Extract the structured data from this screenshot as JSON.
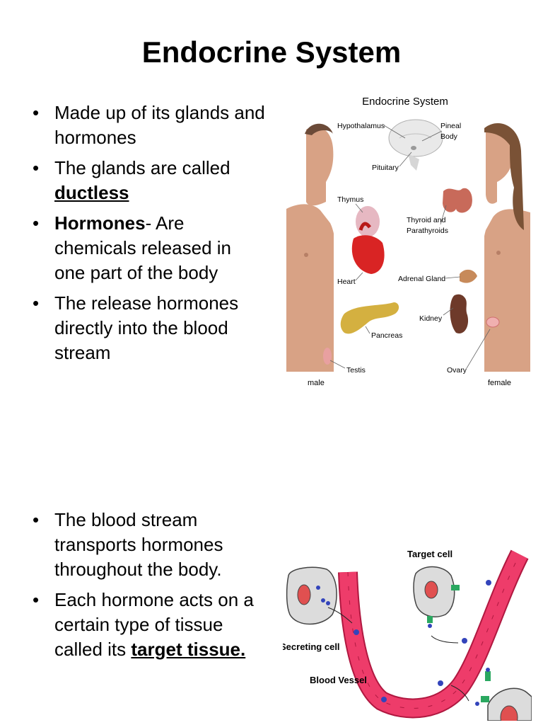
{
  "slide": {
    "title": "Endocrine System",
    "bullet_char": "•",
    "section1": {
      "b1": "Made up of its glands and hormones",
      "b2_text": "The glands are called ",
      "b2_term": "ductless",
      "b3_term": "Hormones",
      "b3_text": "- Are chemicals released in one part of the body",
      "b4": "The release hormones directly into the blood stream"
    },
    "section2": {
      "b1": "The blood stream transports hormones throughout the body.",
      "b2_text": "Each hormone acts on a certain type of tissue called its ",
      "b2_term": "target tissue."
    }
  },
  "figure1": {
    "title": "Endocrine System",
    "labels": {
      "hypothalamus": "Hypothalamus",
      "pineal_1": "Pineal",
      "pineal_2": "Body",
      "pituitary": "Pituitary",
      "thymus": "Thymus",
      "thyroid_1": "Thyroid and",
      "thyroid_2": "Parathyroids",
      "heart": "Heart",
      "adrenal": "Adrenal Gland",
      "kidney": "Kidney",
      "pancreas": "Pancreas",
      "testis": "Testis",
      "ovary": "Ovary",
      "male": "male",
      "female": "female"
    }
  },
  "figure2": {
    "labels": {
      "target_cell": "Target cell",
      "secreting_cell": "Secreting cell",
      "blood_vessel": "Blood Vessel"
    }
  }
}
